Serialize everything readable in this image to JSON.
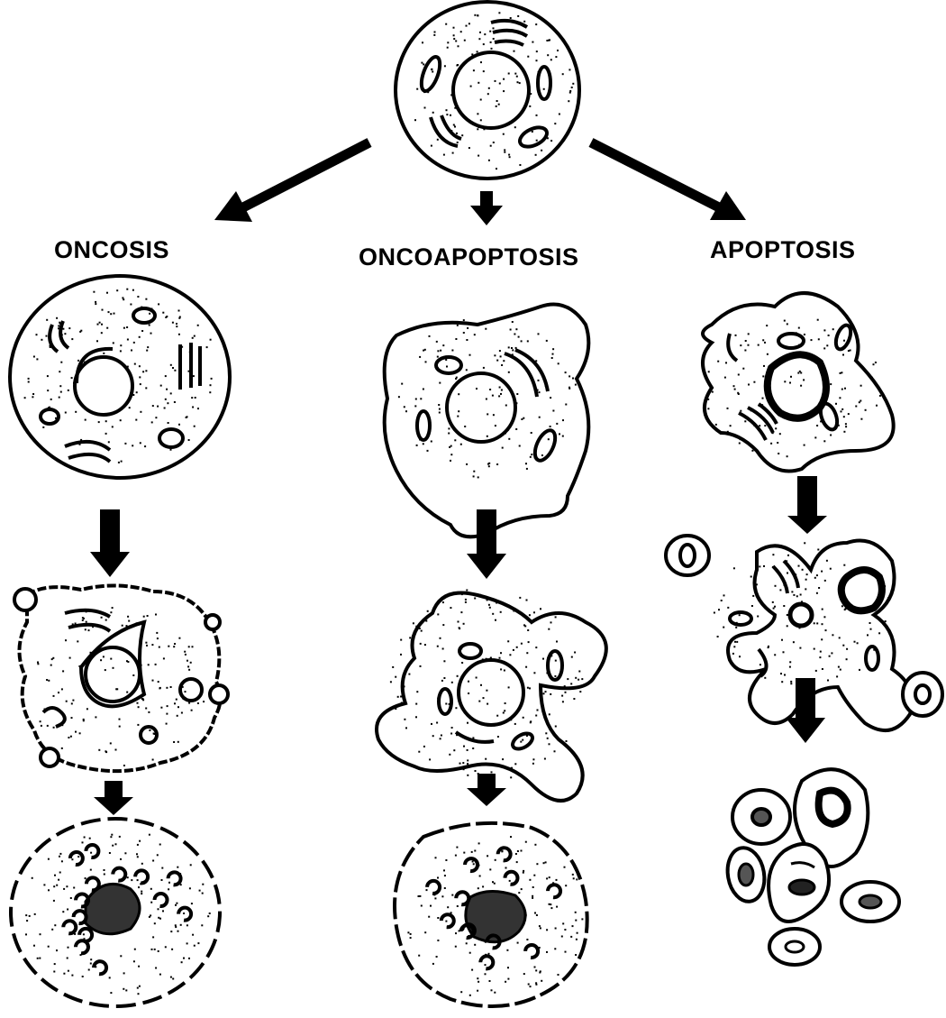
{
  "diagram": {
    "pathways": [
      {
        "label": "ONCOSIS",
        "stages": [
          "swollen-cell",
          "blebbing-cell",
          "disintegrated-cell"
        ]
      },
      {
        "label": "ONCOAPOPTOSIS",
        "stages": [
          "irregular-cell",
          "lobed-cell",
          "disintegrated-cell"
        ]
      },
      {
        "label": "APOPTOSIS",
        "stages": [
          "shrunken-cell",
          "budding-cell",
          "apoptotic-bodies"
        ]
      }
    ]
  },
  "colors": {
    "ink": "#000000",
    "background": "#ffffff"
  }
}
